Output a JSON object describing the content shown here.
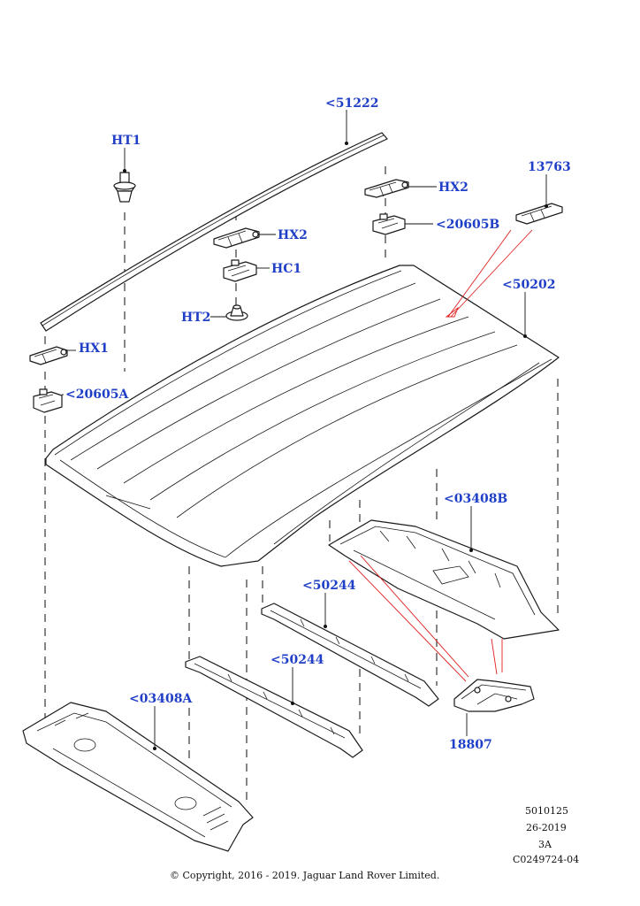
{
  "colors": {
    "callout": "#1f3fc7",
    "line": "#1a1a1a",
    "red_leader": "#e02020"
  },
  "callouts": {
    "ht1": "HT1",
    "c51222": "<51222",
    "hx2_top": "HX2",
    "c13763": "13763",
    "c20605b": "<20605B",
    "hx2_mid": "HX2",
    "hc1": "HC1",
    "c50202": "<50202",
    "ht2": "HT2",
    "hx1": "HX1",
    "c20605a": "<20605A",
    "c03408b": "<03408B",
    "c50244_upper": "<50244",
    "c50244_lower": "<50244",
    "c03408a": "<03408A",
    "c18807": "18807"
  },
  "reference": {
    "line1": "5010125",
    "line2": "26-2019",
    "line3": "3A",
    "line4": "C0249724-04"
  },
  "copyright": "© Copyright, 2016 - 2019. Jaguar Land Rover Limited."
}
